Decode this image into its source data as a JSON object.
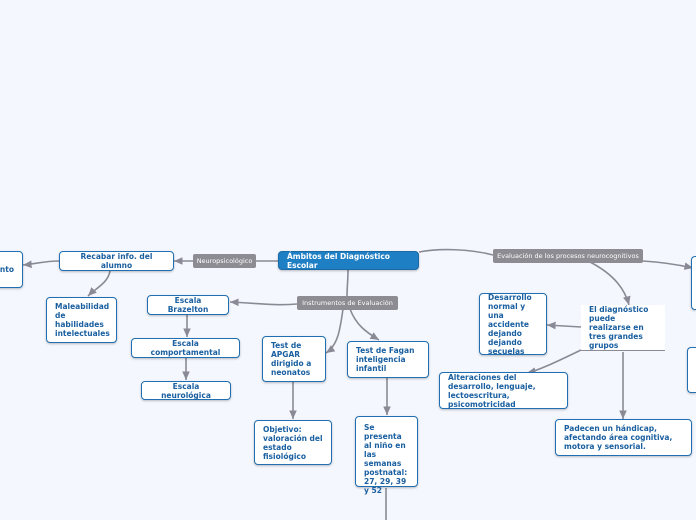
{
  "root": {
    "label": "Ámbitos del Diagnóstico Escolar"
  },
  "branch_labels": {
    "neuro": "Neuropsicológico",
    "instrumentos": "Instrumentos de Evaluación",
    "evaluacion": "Evaluación de los procesos neurocognitivos"
  },
  "nodes": {
    "offscreen_left": "ento",
    "recabar": "Recabar info. del alumno",
    "maleabilidad": "Maleabilidad de habilidades intelectuales",
    "brazelton": "Escala Brazelton",
    "comportamental": "Escala comportamental",
    "neurologica": "Escala neurológica",
    "apgar": "Test de APGAR dirigido a neonatos",
    "objetivo": "Objetivo: valoración del estado fisiológico",
    "fagan": "Test de Fagan inteligencia infantil",
    "presenta": "Se presenta al niño en las semanas postnatal: 27, 29, 39 y 52",
    "desarrollo_normal": "Desarrollo normal y una accidente dejando dejando secuelas",
    "diagnostico": "El diagnóstico puede realizarse en tres grandes grupos",
    "alteraciones": "Alteraciones del desarrollo, lenguaje, lectoescritura, psicomotricidad",
    "handicap": "Padecen un hándicap, afectando área cognitiva, motora y sensorial."
  },
  "colors": {
    "background": "#f5f7fe",
    "node_border": "#1f6fb2",
    "node_text": "#1a5fa0",
    "root_fill": "#1f7fc4",
    "label_fill": "#8c8c92",
    "edge": "#8a8a96"
  }
}
